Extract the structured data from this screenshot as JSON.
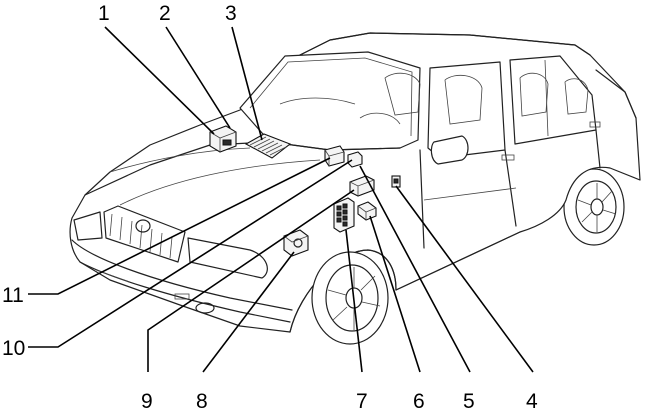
{
  "callouts": [
    {
      "id": 1,
      "label": "1"
    },
    {
      "id": 2,
      "label": "2"
    },
    {
      "id": 3,
      "label": "3"
    },
    {
      "id": 4,
      "label": "4"
    },
    {
      "id": 5,
      "label": "5"
    },
    {
      "id": 6,
      "label": "6"
    },
    {
      "id": 7,
      "label": "7"
    },
    {
      "id": 8,
      "label": "8"
    },
    {
      "id": 9,
      "label": "9"
    },
    {
      "id": 10,
      "label": "10"
    },
    {
      "id": 11,
      "label": "11"
    }
  ],
  "colors": {
    "line": "#000000",
    "background": "#ffffff"
  }
}
